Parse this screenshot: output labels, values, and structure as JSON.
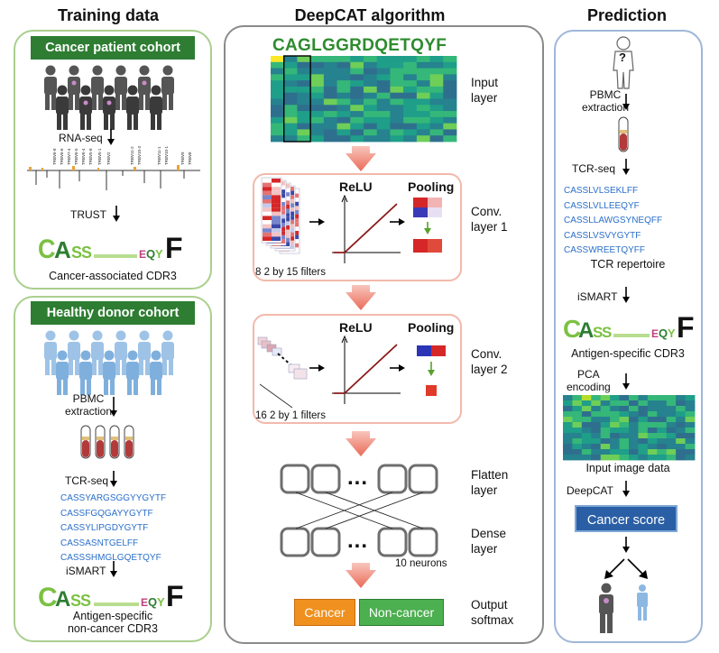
{
  "titles": {
    "training": "Training data",
    "algorithm": "DeepCAT algorithm",
    "prediction": "Prediction"
  },
  "training": {
    "cancer_cohort": "Cancer patient cohort",
    "rnaseq": "RNA-seq",
    "trust": "TRUST",
    "cancer_cdr3": "Cancer-associated CDR3",
    "healthy_cohort": "Healthy donor cohort",
    "pbmc": "PBMC\nextraction",
    "tcrseq": "TCR-seq",
    "sequences": [
      "CASSYARGSGGYYGYTF",
      "CASSFGQGAYYGYTF",
      "CASSYLIPGDYGYTF",
      "CASSASNTGELFF",
      "CASSSHMGLGQETQYF"
    ],
    "ismart": "iSMART",
    "noncancer_cdr3": "Antigen-specific\nnon-cancer CDR3"
  },
  "algorithm": {
    "sequence": "CAGLGGRDQETQYF",
    "input_layer": "Input\nlayer",
    "relu": "ReLU",
    "pooling": "Pooling",
    "conv1": "Conv.\nlayer 1",
    "filters1": "8 2 by 15 filters",
    "conv2": "Conv.\nlayer 2",
    "filters2": "16 2 by 1 filters",
    "flatten": "Flatten\nlayer",
    "dense": "Dense\nlayer",
    "neurons": "10 neurons",
    "ellipsis": "...",
    "cancer": "Cancer",
    "noncancer": "Non-cancer",
    "output": "Output\nsoftmax"
  },
  "prediction": {
    "question": "?",
    "pbmc": "PBMC\nextraction",
    "tcrseq": "TCR-seq",
    "sequences": [
      "CASSLVLSEKLFF",
      "CASSLVLLEEQYF",
      "CASSLLAWGSYNEQFF",
      "CASSLVSVYGYTF",
      "CASSWREETQYFF"
    ],
    "repertoire": "TCR repertoire",
    "ismart": "iSMART",
    "antigen_cdr3": "Antigen-specific CDR3",
    "pca": "PCA\nencoding",
    "input_image": "Input image data",
    "deepcat": "DeepCAT",
    "score": "Cancer score"
  },
  "colors": {
    "green_header": "#2e7d32",
    "cancer_orange": "#f0901e",
    "noncancer_green": "#4caf50",
    "score_blue": "#2a5fa5",
    "arrow_salmon": "#ef7b6a",
    "sequence_blue": "#2a6fc9"
  }
}
